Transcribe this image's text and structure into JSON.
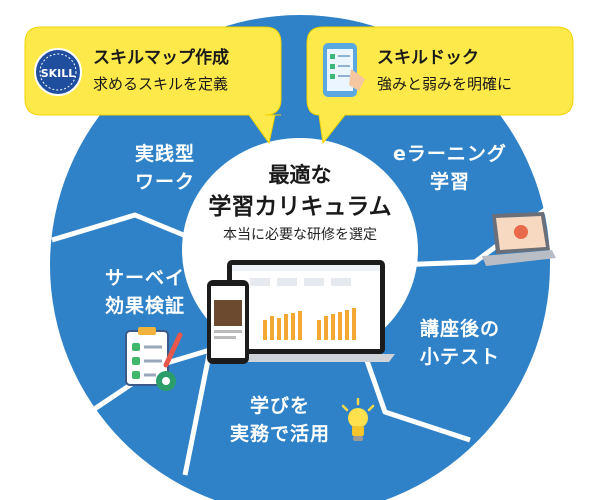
{
  "colors": {
    "circle": "#2f82c7",
    "divider": "#ffffff",
    "center": "#ffffff",
    "bubble": "#fde94a",
    "bubble_border": "#f2d200"
  },
  "segments": [
    {
      "id": "practice",
      "lines": [
        "実践型",
        "ワーク"
      ]
    },
    {
      "id": "elearning",
      "lines": [
        "eラーニング",
        "学習"
      ]
    },
    {
      "id": "survey",
      "lines": [
        "サーベイ",
        "効果検証"
      ]
    },
    {
      "id": "test",
      "lines": [
        "講座後の",
        "小テスト"
      ]
    },
    {
      "id": "apply",
      "lines": [
        "学びを",
        "実務で活用"
      ]
    }
  ],
  "center": {
    "line1": "最適な",
    "line2": "学習カリキュラム",
    "sub": "本当に必要な研修を選定"
  },
  "bubbles": [
    {
      "id": "skillmap",
      "title": "スキルマップ作成",
      "desc": "求めるスキルを定義",
      "icon": "skill-badge-icon",
      "icon_text": "SKILL"
    },
    {
      "id": "skilldock",
      "title": "スキルドック",
      "desc": "強みと弱みを明確に",
      "icon": "phone-checklist-icon"
    }
  ],
  "icons": {
    "laptop": "laptop-icon",
    "checklist": "checklist-gear-icon",
    "bulb": "lightbulb-icon",
    "devices": "dashboard-devices-icon"
  }
}
